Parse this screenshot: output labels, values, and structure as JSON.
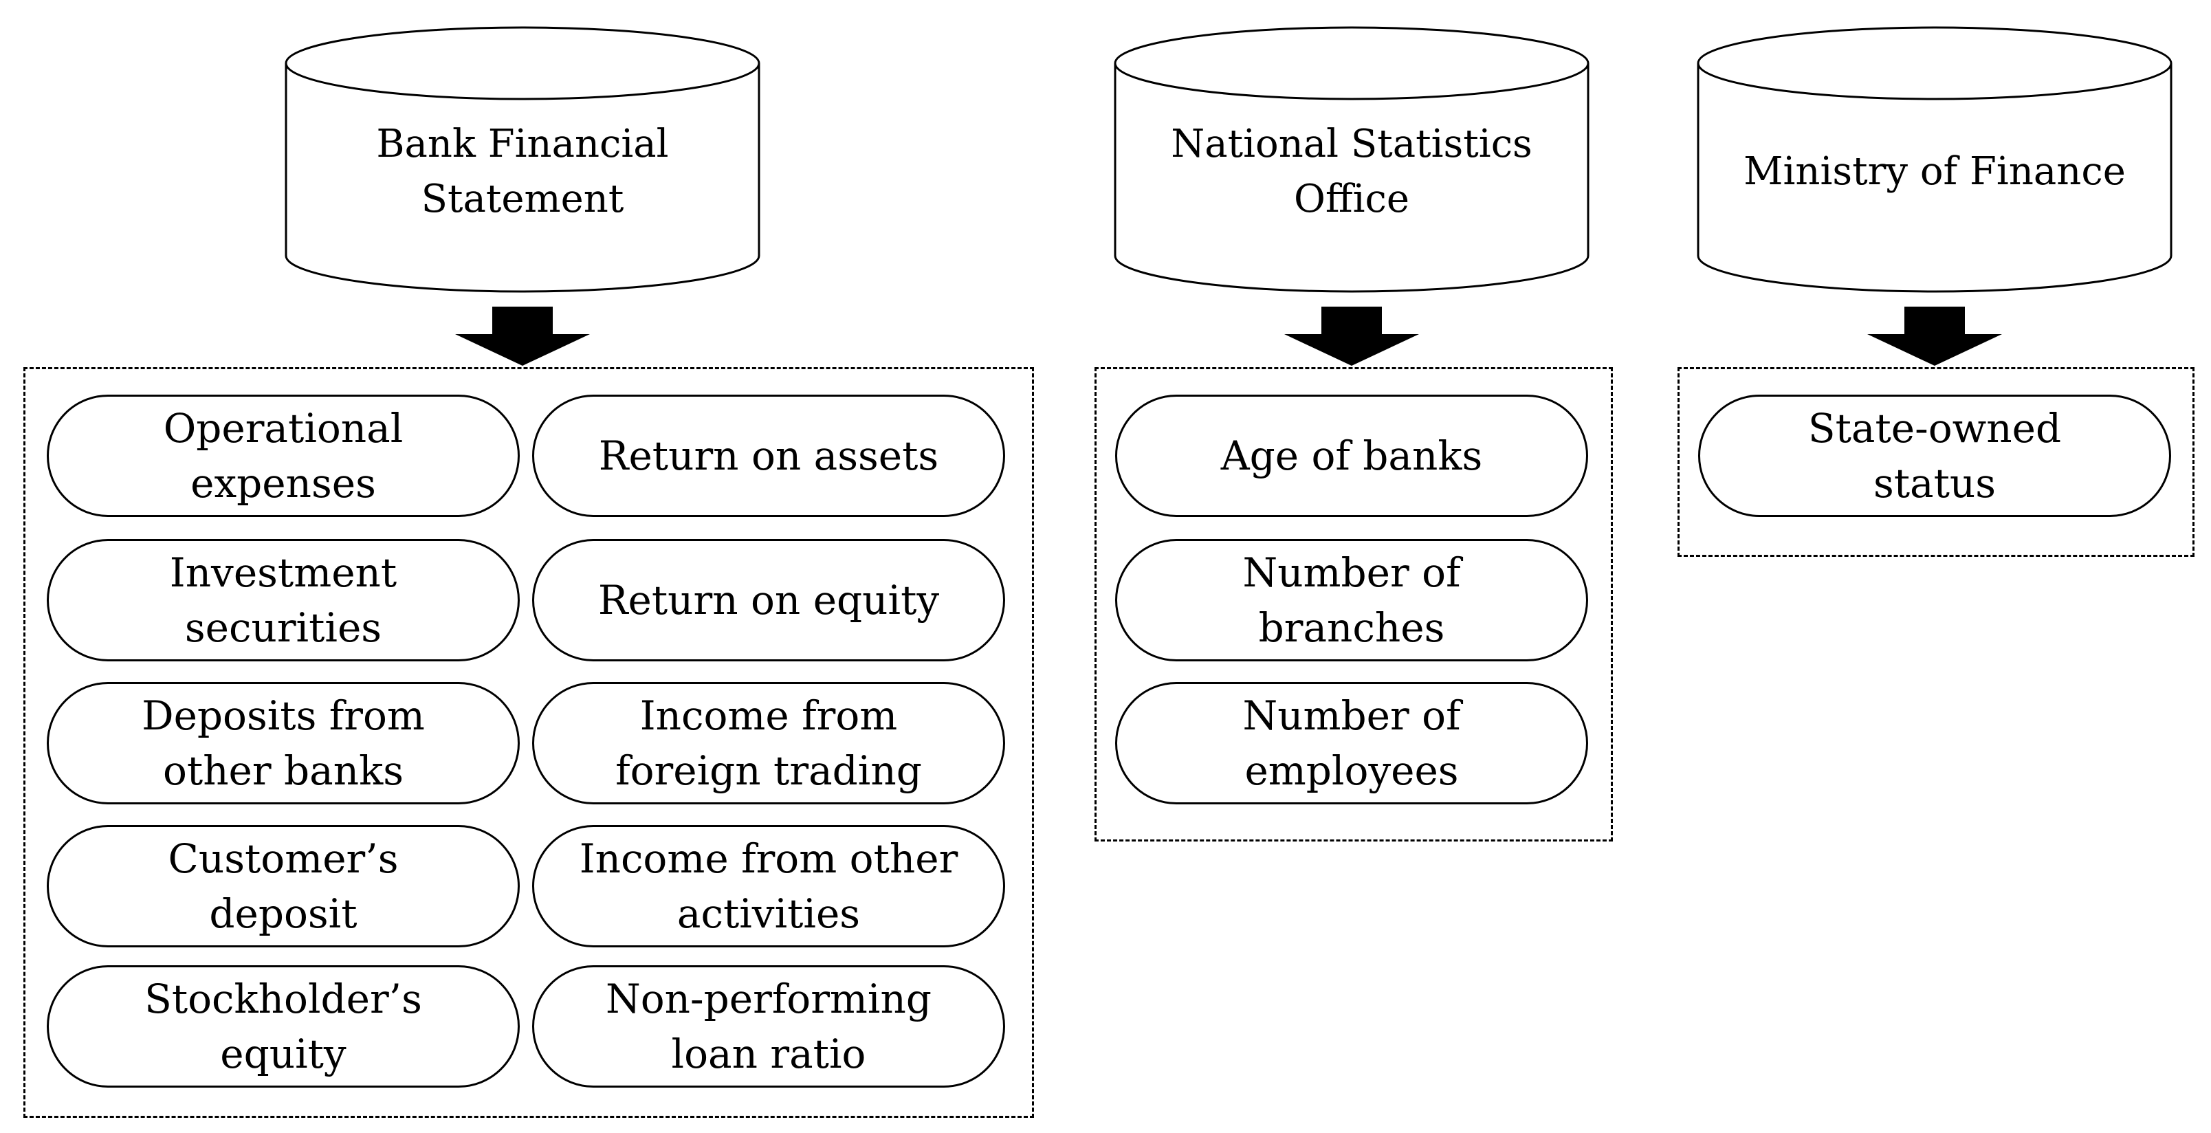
{
  "sources": [
    {
      "id": "bank",
      "label_lines": [
        "Bank Financial",
        "Statement"
      ],
      "items": [
        [
          "Operational",
          "expenses"
        ],
        [
          "Return on assets"
        ],
        [
          "Investment",
          "securities"
        ],
        [
          "Return on equity"
        ],
        [
          "Deposits from",
          "other banks"
        ],
        [
          "Income from",
          "foreign trading"
        ],
        [
          "Customer’s",
          "deposit"
        ],
        [
          "Income from other",
          "activities"
        ],
        [
          "Stockholder’s",
          "equity"
        ],
        [
          "Non-performing",
          "loan ratio"
        ]
      ]
    },
    {
      "id": "statistics",
      "label_lines": [
        "National Statistics",
        "Office"
      ],
      "items": [
        [
          "Age of banks"
        ],
        [
          "Number of",
          "branches"
        ],
        [
          "Number of",
          "employees"
        ]
      ]
    },
    {
      "id": "finance",
      "label_lines": [
        "Ministry of Finance"
      ],
      "items": [
        [
          "State-owned",
          "status"
        ]
      ]
    }
  ],
  "colors": {
    "stroke": "#000000",
    "fill": "#ffffff",
    "arrow": "#000000"
  },
  "icons": {
    "source_shape": "database-cylinder-icon",
    "flow_arrow": "down-arrow-icon"
  }
}
